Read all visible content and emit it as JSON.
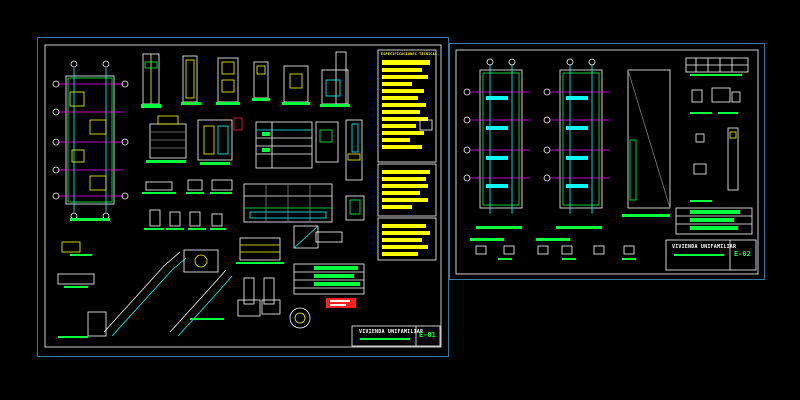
{
  "drawing": {
    "background": "#000000",
    "colors": {
      "border": "#3a7aa0",
      "green": "#00ff3c",
      "yellow": "#ffff00",
      "cyan": "#00ffff",
      "magenta": "#ff00ff",
      "white": "#ffffff",
      "grey": "#808080",
      "red": "#ff2020",
      "blue": "#3c5aff"
    },
    "sheet_1": {
      "title_block_label": "VIVIENDA UNIFAMILIAR",
      "sheet_number": "E-01",
      "spec_panel_heading": "ESPECIFICACIONES TECNICAS"
    },
    "sheet_2": {
      "title_block_label": "VIVIENDA UNIFAMILIAR",
      "sheet_number": "E-02"
    }
  }
}
